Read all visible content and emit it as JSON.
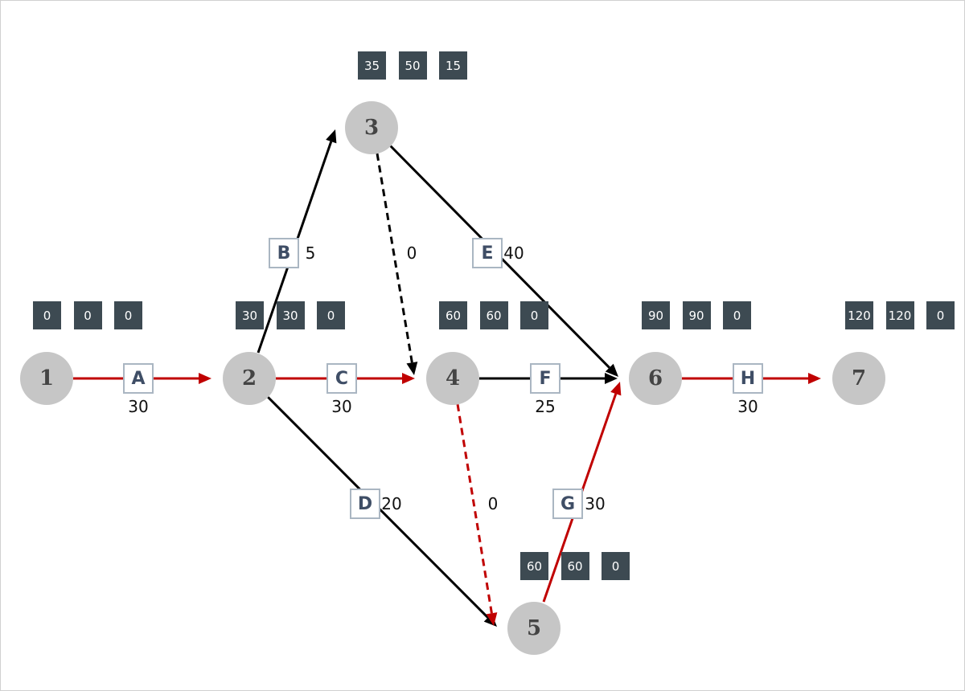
{
  "colors": {
    "critical": "#c00000",
    "normal": "#000000",
    "node": "#c6c6c6",
    "time_box": "#3d4a52"
  },
  "nodes": [
    {
      "id": "1",
      "times": [
        "0",
        "0",
        "0"
      ]
    },
    {
      "id": "2",
      "times": [
        "30",
        "30",
        "0"
      ]
    },
    {
      "id": "3",
      "times": [
        "35",
        "50",
        "15"
      ]
    },
    {
      "id": "4",
      "times": [
        "60",
        "60",
        "0"
      ]
    },
    {
      "id": "5",
      "times": [
        "60",
        "60",
        "0"
      ]
    },
    {
      "id": "6",
      "times": [
        "90",
        "90",
        "0"
      ]
    },
    {
      "id": "7",
      "times": [
        "120",
        "120",
        "0"
      ]
    }
  ],
  "edges": [
    {
      "from": "1",
      "to": "2",
      "label": "A",
      "duration": "30",
      "critical": true,
      "dummy": false
    },
    {
      "from": "2",
      "to": "3",
      "label": "B",
      "duration": "5",
      "critical": false,
      "dummy": false
    },
    {
      "from": "2",
      "to": "4",
      "label": "C",
      "duration": "30",
      "critical": true,
      "dummy": false
    },
    {
      "from": "2",
      "to": "5",
      "label": "D",
      "duration": "20",
      "critical": false,
      "dummy": false
    },
    {
      "from": "3",
      "to": "6",
      "label": "E",
      "duration": "40",
      "critical": false,
      "dummy": false
    },
    {
      "from": "4",
      "to": "6",
      "label": "F",
      "duration": "25",
      "critical": false,
      "dummy": false
    },
    {
      "from": "5",
      "to": "6",
      "label": "G",
      "duration": "30",
      "critical": true,
      "dummy": false
    },
    {
      "from": "6",
      "to": "7",
      "label": "H",
      "duration": "30",
      "critical": true,
      "dummy": false
    },
    {
      "from": "3",
      "to": "4",
      "label": "",
      "duration": "0",
      "critical": false,
      "dummy": true
    },
    {
      "from": "4",
      "to": "5",
      "label": "",
      "duration": "0",
      "critical": true,
      "dummy": true
    }
  ]
}
